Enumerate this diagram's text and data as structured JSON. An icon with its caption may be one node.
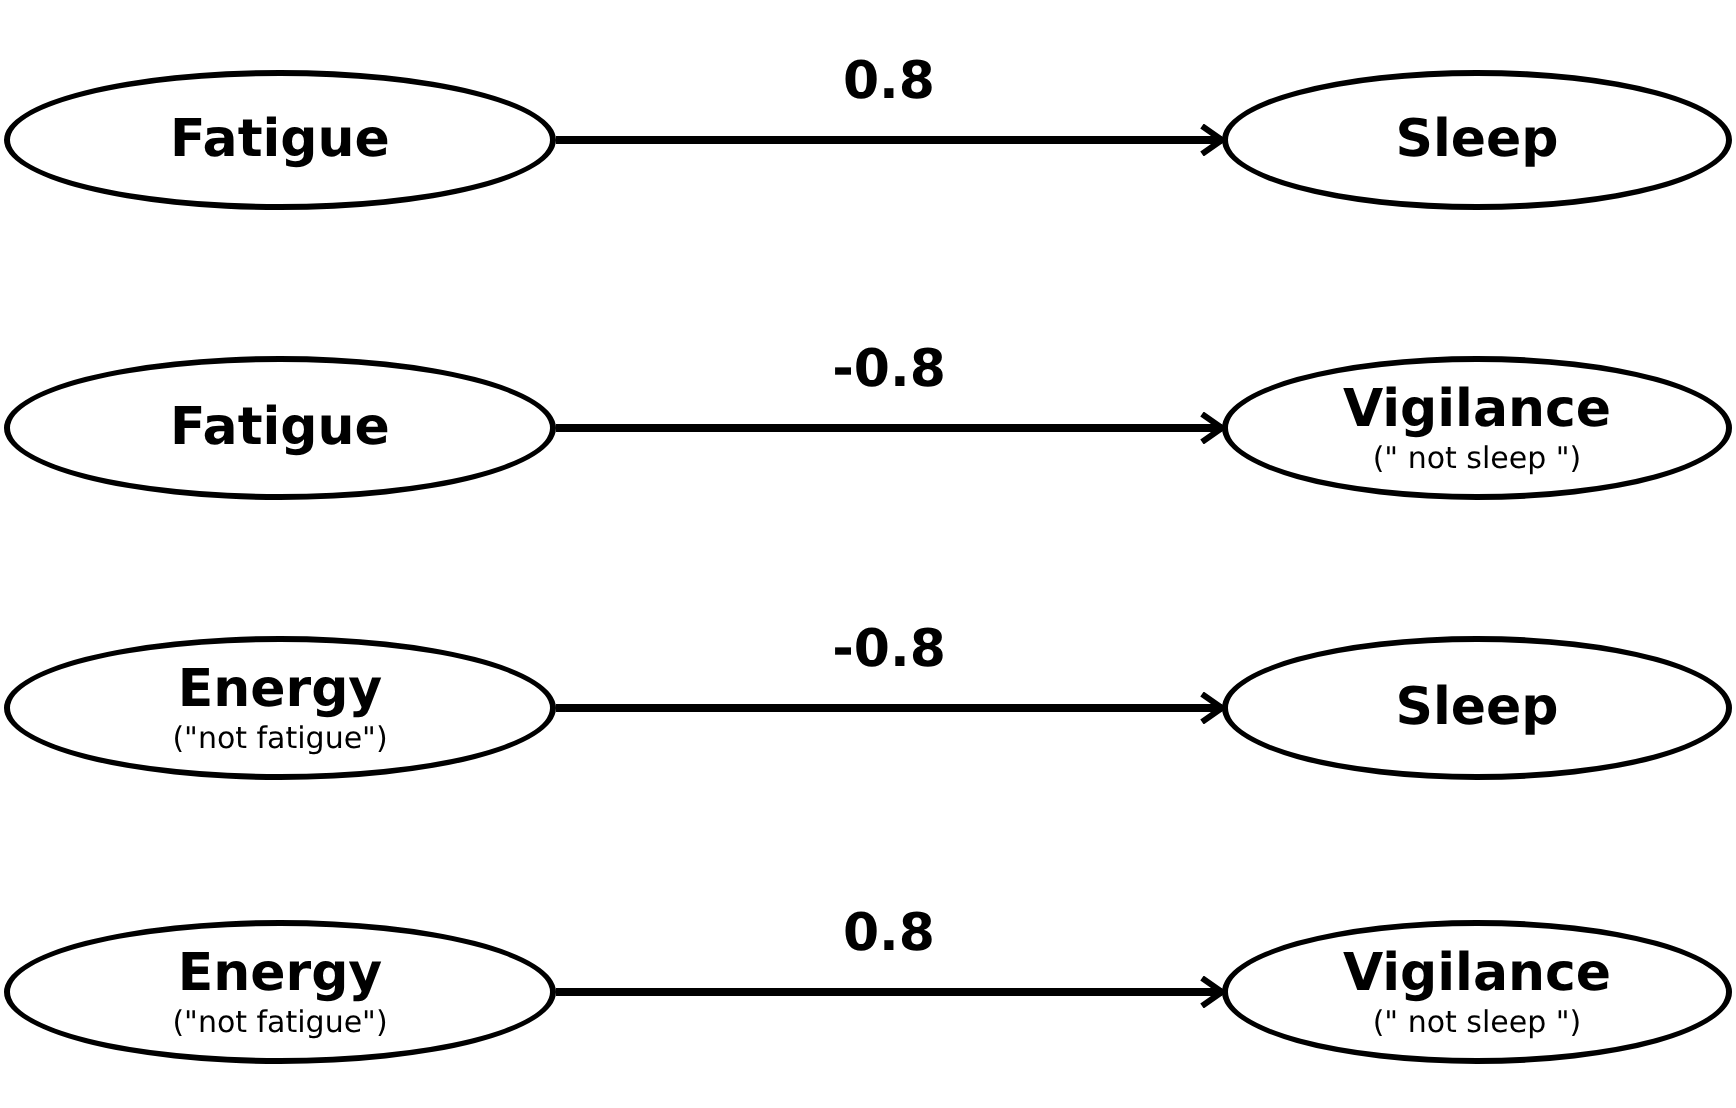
{
  "diagram": {
    "nodes": [
      {
        "text": [
          "Fatigue"
        ]
      },
      {
        "text": [
          "Sleep"
        ]
      },
      {
        "text": [
          "Fatigue"
        ]
      },
      {
        "text": [
          "Vigilance",
          "(\" not sleep \")"
        ]
      },
      {
        "text": [
          "Energy",
          "(\"not fatigue\")"
        ]
      },
      {
        "text": [
          "Sleep"
        ]
      },
      {
        "text": [
          "Energy",
          "(\"not fatigue\")"
        ]
      },
      {
        "text": [
          "Vigilance",
          "(\" not sleep \")"
        ]
      }
    ],
    "edges": [
      {
        "from": 0,
        "to": 1,
        "arrow": "to",
        "label": "0.8"
      },
      {
        "from": 2,
        "to": 3,
        "arrow": "to",
        "label": "-0.8"
      },
      {
        "from": 4,
        "to": 5,
        "arrow": "to",
        "label": "-0.8"
      },
      {
        "from": 6,
        "to": 7,
        "arrow": "to",
        "label": "0.8"
      }
    ]
  }
}
